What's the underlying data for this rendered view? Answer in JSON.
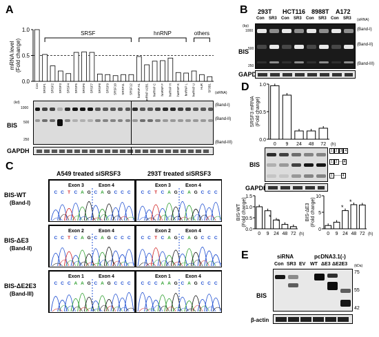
{
  "panels": {
    "A": {
      "label": "A",
      "ylabel": "mRNA level\n(Fold change)",
      "yticks": [
        "1.0",
        "0.5",
        "0.0"
      ],
      "groups": [
        "SRSF",
        "hnRNP",
        "others"
      ],
      "sirna_tag": "(siRNA)",
      "categories": [
        "Con",
        "SRSF1",
        "SRSF2",
        "SRSF3",
        "SRSF4",
        "SRSF5",
        "SRSF6",
        "SRSF7",
        "SRSF8",
        "SRSF9",
        "SRSF10",
        "SRSF11",
        "SRSF12",
        "hnRNP A1",
        "hnRNP A2B1",
        "hnRNP C",
        "hnRNP F",
        "hnRNP H",
        "hnRNP K",
        "hnRNP L",
        "hnRNP U",
        "HuR",
        "SF3B1",
        "SF3B4"
      ],
      "values": [
        1.0,
        0.52,
        0.3,
        0.2,
        0.15,
        0.56,
        0.57,
        0.56,
        0.14,
        0.13,
        0.11,
        0.13,
        0.13,
        0.48,
        0.32,
        0.39,
        0.4,
        0.45,
        0.17,
        0.16,
        0.2,
        0.13,
        0.09
      ],
      "blot_kda": [
        "(kd)",
        "1000",
        "500",
        "250"
      ],
      "blot_bands": [
        "(Band-I)",
        "(Band-II)",
        "(Band-III)"
      ],
      "bis_label": "BIS",
      "gapdh_label": "GAPDH"
    },
    "B": {
      "label": "B",
      "cells": [
        "293T",
        "HCT116",
        "8988T",
        "A172"
      ],
      "lanes": [
        "Con",
        "SR3",
        "Con",
        "SR3",
        "Con",
        "SR3",
        "Con",
        "SR3"
      ],
      "sirna_tag": "(siRNA)",
      "kda": [
        "(bp)",
        "1000",
        "500",
        "250"
      ],
      "bands": [
        "(Band-I)",
        "(Band-II)",
        "(Band-III)"
      ],
      "bis_label": "BIS",
      "gapdh_label": "GAPDH"
    },
    "C": {
      "label": "C",
      "col_titles": [
        "A549 treated siSRSF3",
        "293T treated siSRSF3"
      ],
      "rows": [
        {
          "name": "BIS-WT",
          "sub": "(Band-I)",
          "exon_left": "Exon 3",
          "exon_right": "Exon 4",
          "seq_left": "CCTCAG",
          "seq_right": "CAGCCC"
        },
        {
          "name": "BIS-ΔE3",
          "sub": "(Band-II)",
          "exon_left": "Exon 2",
          "exon_right": "Exon 4",
          "seq_left": "CCTCAG",
          "seq_right": "CAGCCC"
        },
        {
          "name": "BIS-ΔE2E3",
          "sub": "(Band-III)",
          "exon_left": "Exon 1",
          "exon_right": "Exon 4",
          "seq_left": "CCCAAG",
          "seq_right": "CAGCCC"
        }
      ]
    },
    "D": {
      "label": "D",
      "top_ylabel": "SRSF3 mRNA\n(Fold change)",
      "top_yticks": [
        "1.0",
        "0.5",
        "0.0"
      ],
      "time_labels": [
        "0",
        "9",
        "24",
        "48",
        "72",
        "(h)"
      ],
      "top_values": [
        0.97,
        0.8,
        0.15,
        0.15,
        0.2
      ],
      "bis_label": "BIS",
      "gapdh_label": "GAPDH",
      "band_tags": [
        "1",
        "2",
        "3",
        "4",
        "1",
        "2",
        "4",
        "1",
        "4"
      ],
      "left_ylabel": "BIS-WT\n(Fold change)",
      "left_yticks": [
        "1.5",
        "1.0",
        "0.5",
        "0.0"
      ],
      "left_values": [
        1.0,
        0.82,
        0.4,
        0.2,
        0.1
      ],
      "right_ylabel": "BIS-ΔE3\n(Fold change)",
      "right_yticks": [
        "10",
        "5",
        "0"
      ],
      "right_values": [
        1.0,
        2.0,
        5.5,
        7.3,
        7.2
      ]
    },
    "E": {
      "label": "E",
      "group_labels": [
        "siRNA",
        "pcDNA3.1(-)"
      ],
      "lanes": [
        "Con",
        "SR3",
        "EV",
        "WT",
        "ΔE3",
        "ΔE2E3"
      ],
      "kda_tag": "(kDa)",
      "kda": [
        "75",
        "55",
        "42"
      ],
      "bis_label": "BIS",
      "actin_label": "β-actin"
    }
  },
  "chart_data": [
    {
      "type": "bar",
      "title": "",
      "xlabel": "(siRNA)",
      "ylabel": "mRNA level (Fold change)",
      "ylim": [
        0,
        1.0
      ],
      "categories": [
        "Con",
        "SRSF1",
        "SRSF2",
        "SRSF3",
        "SRSF4",
        "SRSF5",
        "SRSF6",
        "SRSF7",
        "SRSF8",
        "SRSF9",
        "SRSF10",
        "SRSF11",
        "SRSF12",
        "hnRNP A1",
        "hnRNP A2B1",
        "hnRNP C",
        "hnRNP F",
        "hnRNP H",
        "hnRNP K",
        "hnRNP L",
        "hnRNP U",
        "HuR",
        "SF3B1",
        "SF3B4"
      ],
      "values": [
        1.0,
        0.52,
        0.3,
        0.2,
        0.15,
        0.56,
        0.57,
        0.56,
        0.14,
        0.13,
        0.11,
        0.13,
        0.13,
        0.48,
        0.32,
        0.39,
        0.4,
        0.45,
        0.17,
        0.16,
        0.2,
        0.13,
        0.09
      ]
    },
    {
      "type": "bar",
      "title": "",
      "xlabel": "(h)",
      "ylabel": "SRSF3 mRNA (Fold change)",
      "ylim": [
        0,
        1.0
      ],
      "categories": [
        "0",
        "9",
        "24",
        "48",
        "72"
      ],
      "values": [
        0.97,
        0.8,
        0.15,
        0.15,
        0.2
      ]
    },
    {
      "type": "bar",
      "title": "",
      "xlabel": "(h)",
      "ylabel": "BIS-WT (Fold change)",
      "ylim": [
        0,
        1.5
      ],
      "categories": [
        "0",
        "9",
        "24",
        "48",
        "72"
      ],
      "values": [
        1.0,
        0.82,
        0.4,
        0.2,
        0.1
      ]
    },
    {
      "type": "bar",
      "title": "",
      "xlabel": "(h)",
      "ylabel": "BIS-ΔE3 (Fold change)",
      "ylim": [
        0,
        10
      ],
      "categories": [
        "0",
        "9",
        "24",
        "48",
        "72"
      ],
      "values": [
        1.0,
        2.0,
        5.5,
        7.3,
        7.2
      ]
    }
  ]
}
